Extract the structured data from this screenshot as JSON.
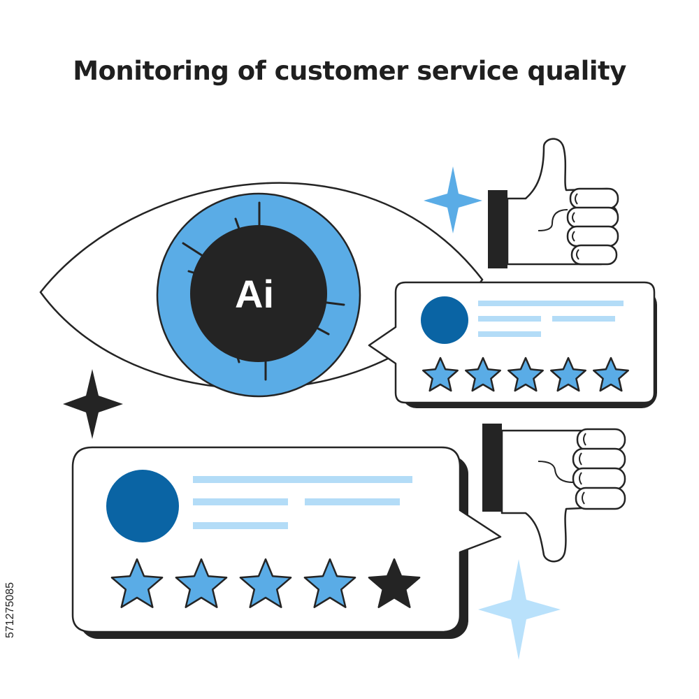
{
  "title": "Monitoring of customer service quality",
  "eye": {
    "iris_label": "Ai"
  },
  "reviews": [
    {
      "rating": 5,
      "max_rating": 5
    },
    {
      "rating": 4,
      "max_rating": 5
    }
  ],
  "icons": [
    "eye-icon",
    "thumbs-up-icon",
    "thumbs-down-icon",
    "sparkle-icon",
    "star-icon",
    "avatar"
  ],
  "colors": {
    "ink": "#242424",
    "iris_blue": "#5aace6",
    "avatar_blue": "#0a64a4",
    "text_line_blue": "#b3dcf7",
    "sparkle_light": "#b9e1fb",
    "star_fill": "#5aace6",
    "star_empty": "#242424"
  },
  "stock_id": "571275085"
}
